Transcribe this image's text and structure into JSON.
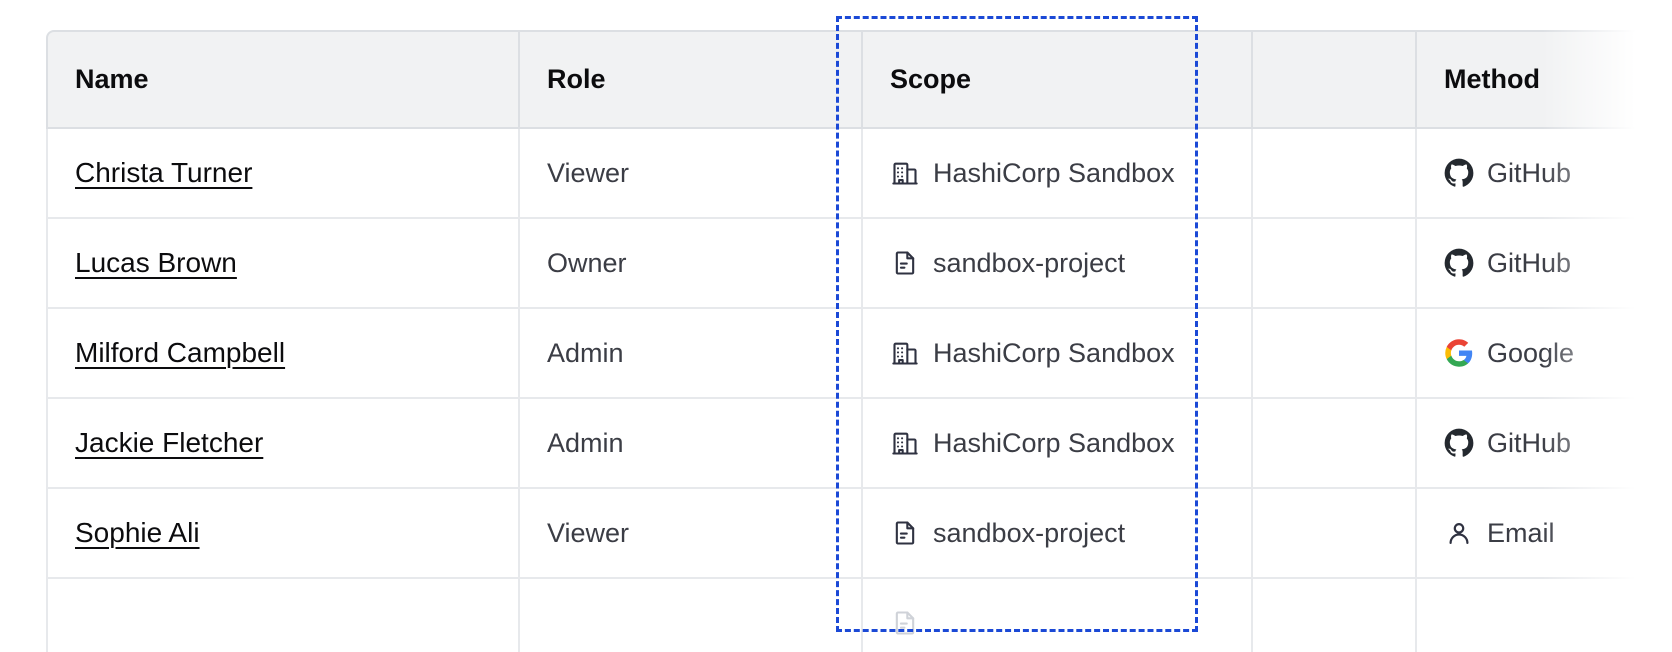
{
  "table": {
    "columns": [
      {
        "key": "name",
        "label": "Name"
      },
      {
        "key": "role",
        "label": "Role"
      },
      {
        "key": "scope",
        "label": "Scope"
      },
      {
        "key": "blank",
        "label": ""
      },
      {
        "key": "method",
        "label": "Method"
      }
    ],
    "rows": [
      {
        "name": "Christa Turner",
        "role": "Viewer",
        "scope": "HashiCorp Sandbox",
        "scope_icon": "organization-building-icon",
        "method": "GitHub",
        "method_icon": "github-icon"
      },
      {
        "name": "Lucas Brown",
        "role": "Owner",
        "scope": "sandbox-project",
        "scope_icon": "project-document-icon",
        "method": "GitHub",
        "method_icon": "github-icon"
      },
      {
        "name": "Milford Campbell",
        "role": "Admin",
        "scope": "HashiCorp Sandbox",
        "scope_icon": "organization-building-icon",
        "method": "Google",
        "method_icon": "google-icon"
      },
      {
        "name": "Jackie Fletcher",
        "role": "Admin",
        "scope": "HashiCorp Sandbox",
        "scope_icon": "organization-building-icon",
        "method": "GitHub",
        "method_icon": "github-icon"
      },
      {
        "name": "Sophie Ali",
        "role": "Viewer",
        "scope": "sandbox-project",
        "scope_icon": "project-document-icon",
        "method": "Email",
        "method_icon": "user-person-icon"
      },
      {
        "name": "",
        "role": "",
        "scope": "",
        "scope_icon": "project-document-icon",
        "method": "",
        "method_icon": ""
      }
    ]
  },
  "selection": {
    "target_column": "Scope",
    "highlight_color": "#1b49d6",
    "style": "dashed-rectangle"
  },
  "colors": {
    "header_background": "#f1f2f3",
    "header_text": "#0c0c0e",
    "body_text": "#3b3d45",
    "link_text": "#0c0c0e",
    "border": "#e7e9ec",
    "icon_dark": "#2f3241",
    "google_blue": "#4285f4",
    "google_red": "#ea4335",
    "google_yellow": "#fbbc05",
    "google_green": "#34a853"
  }
}
